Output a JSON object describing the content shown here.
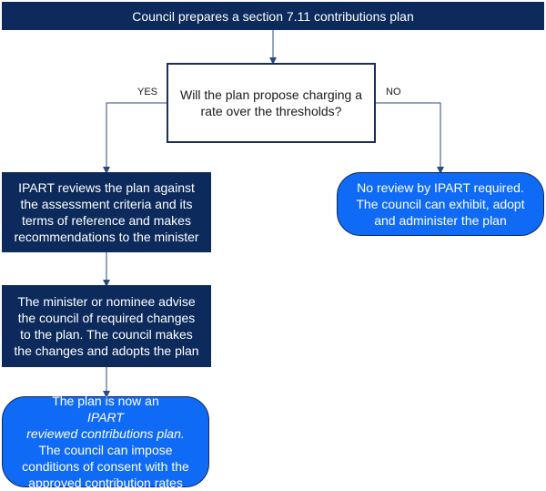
{
  "nodes": {
    "start": "Council prepares a section 7.11 contributions plan",
    "question": [
      "Will the plan propose charging a",
      "rate over the thresholds?"
    ],
    "ipart_review": [
      "IPART reviews the plan against",
      "the assessment criteria and its",
      "terms of reference and makes",
      "recommendations to the minister"
    ],
    "minister": [
      "The minister or nominee advise",
      "the council of required changes",
      "to the plan. The council makes",
      "the changes and adopts the plan"
    ],
    "no_review": [
      "No review by IPART required.",
      "The council can exhibit, adopt",
      "and administer the plan"
    ],
    "final": {
      "line1": "The plan is now an",
      "line1_em": "IPART",
      "line2_em": "reviewed contributions plan.",
      "rest": [
        "The council can impose",
        "conditions of consent with the",
        "approved contribution rates"
      ]
    }
  },
  "labels": {
    "yes": "YES",
    "no": "NO"
  },
  "colors": {
    "navy": "#0c2a5c",
    "blue_terminal": "#0f6bf5",
    "connector": "#2b4a7e",
    "outline": "#1a2e5a"
  }
}
